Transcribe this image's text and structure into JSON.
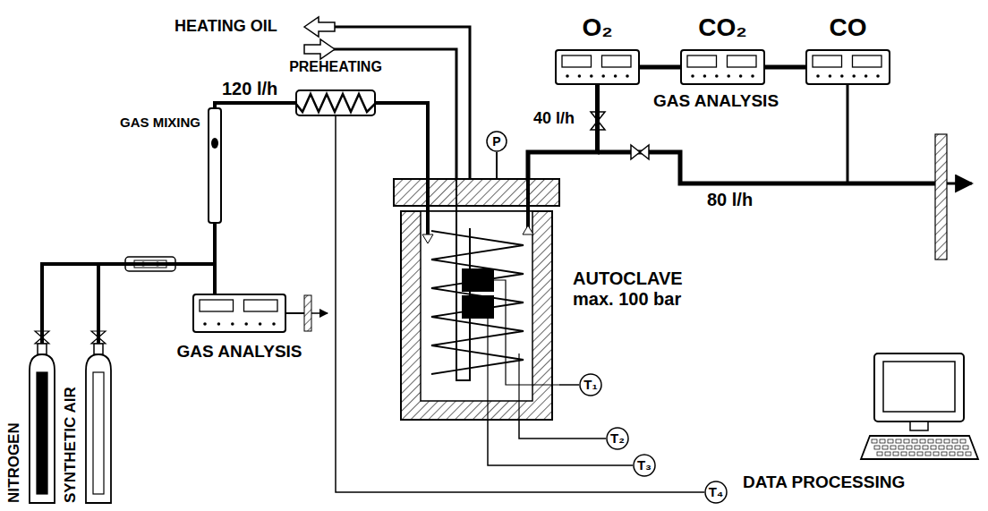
{
  "diagram": {
    "nodes": [
      {
        "text": [
          "O₂"
        ]
      },
      {
        "text": [
          "CO₂"
        ]
      },
      {
        "text": [
          "CO"
        ]
      },
      {
        "text": [
          "PREHEATING"
        ]
      },
      {
        "text": [
          "GAS MIXING"
        ]
      },
      {
        "text": [
          "P"
        ]
      },
      {
        "text": [
          "AUTOCLAVE max. 100 bar"
        ]
      },
      {
        "text": [
          "GAS ANALYSIS"
        ]
      },
      {
        "text": [
          "NITROGEN"
        ]
      },
      {
        "text": [
          "SYNTHETIC AIR"
        ]
      },
      {
        "text": [
          "T₁"
        ]
      },
      {
        "text": [
          "T₂"
        ]
      },
      {
        "text": [
          "T₃"
        ]
      },
      {
        "text": [
          "T₄"
        ]
      },
      {
        "text": [
          "DATA PROCESSING"
        ]
      }
    ],
    "edges": [
      {
        "from": 8,
        "to": 4,
        "arrow": "none"
      },
      {
        "from": 9,
        "to": 4,
        "arrow": "none"
      },
      {
        "from": 4,
        "to": 3,
        "arrow": "none"
      },
      {
        "from": 4,
        "to": 7,
        "arrow": "none"
      },
      {
        "from": 3,
        "to": 6,
        "arrow": "none"
      },
      {
        "from": 6,
        "to": 5,
        "arrow": "none"
      },
      {
        "from": 6,
        "to": 0,
        "arrow": "none"
      },
      {
        "from": 0,
        "to": 1,
        "arrow": "none"
      },
      {
        "from": 1,
        "to": 2,
        "arrow": "none"
      },
      {
        "from": 6,
        "to": 10,
        "arrow": "none"
      },
      {
        "from": 6,
        "to": 11,
        "arrow": "none"
      },
      {
        "from": 6,
        "to": 12,
        "arrow": "none"
      },
      {
        "from": 3,
        "to": 13,
        "arrow": "none"
      }
    ],
    "labels": [
      "HEATING OIL",
      "40 l/h",
      "GAS ANALYSIS",
      "120 l/h",
      "80 l/h"
    ]
  }
}
